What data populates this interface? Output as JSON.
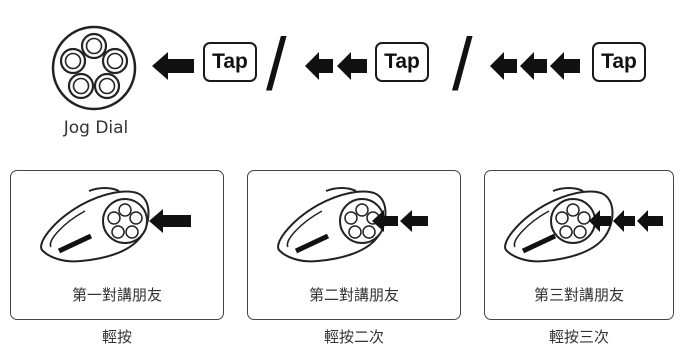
{
  "legend": {
    "jog_dial_label": "Jog Dial",
    "tap_labels": [
      "Tap",
      "Tap",
      "Tap"
    ],
    "separators": [
      "/",
      "/"
    ],
    "arrow_counts": [
      1,
      2,
      3
    ]
  },
  "panels": [
    {
      "title": "第一對講朋友",
      "caption": "輕按",
      "arrow_count": 1
    },
    {
      "title": "第二對講朋友",
      "caption": "輕按二次",
      "arrow_count": 2
    },
    {
      "title": "第三對講朋友",
      "caption": "輕按三次",
      "arrow_count": 3
    }
  ],
  "colors": {
    "ink": "#111111",
    "border": "#444444",
    "text": "#333333"
  }
}
